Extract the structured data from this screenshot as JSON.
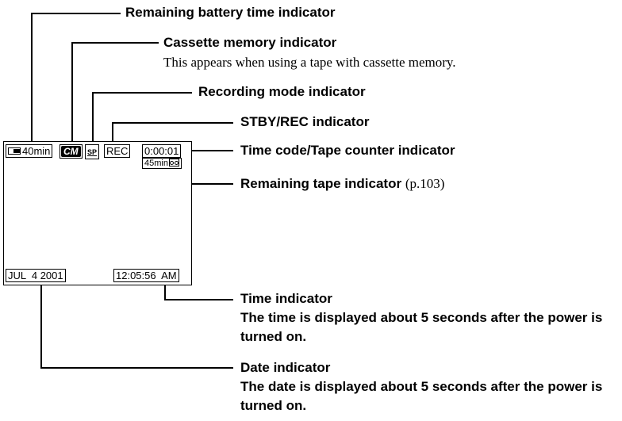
{
  "labels": {
    "battery": "Remaining battery time indicator",
    "cassette_memory": "Cassette memory indicator",
    "cassette_memory_desc": "This appears when using a tape with cassette memory.",
    "recording_mode": "Recording mode indicator",
    "stby_rec": "STBY/REC indicator",
    "time_code": "Time code/Tape counter indicator",
    "remaining_tape": "Remaining tape indicator",
    "remaining_tape_ref": "(p.103)",
    "time": "Time indicator",
    "time_desc": "The time is displayed about 5 seconds after the power is turned on.",
    "date": "Date indicator",
    "date_desc": "The date is displayed about 5 seconds after the power is turned on."
  },
  "screen": {
    "battery": "40min",
    "cassette_memory_icon": "CM",
    "record_mode": "SP",
    "status": "REC",
    "time_code": "0:00:01",
    "remaining_tape": "45min",
    "date": "JUL  4 2001",
    "time": "12:05:56  AM"
  },
  "icons": [
    "battery-icon",
    "cassette-memory-icon",
    "sp-mode-icon",
    "tape-icon"
  ]
}
